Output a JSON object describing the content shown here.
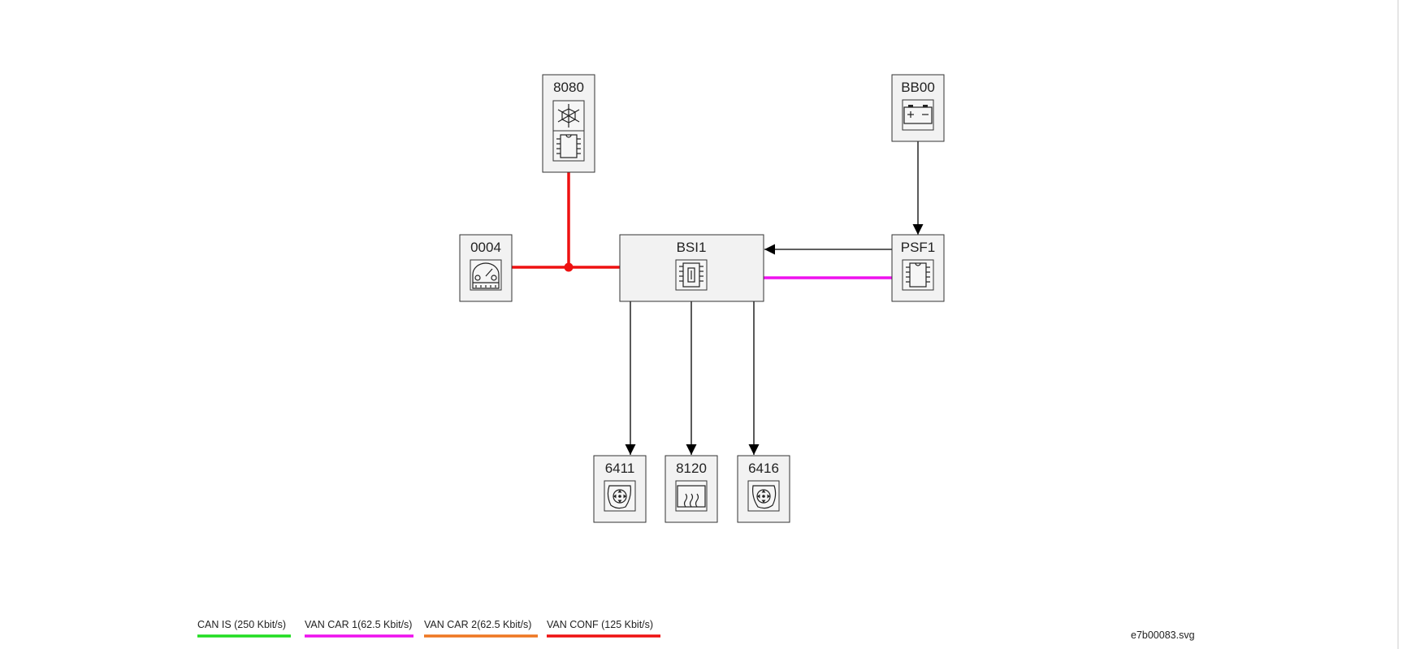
{
  "diagram": {
    "nodes": {
      "n8080": {
        "label": "8080",
        "icon": "snowflake-ecu-icon"
      },
      "nBB00": {
        "label": "BB00",
        "icon": "battery-icon"
      },
      "n0004": {
        "label": "0004",
        "icon": "instrument-gauge-icon"
      },
      "nBSI1": {
        "label": "BSI1",
        "icon": "fuse-ecu-icon"
      },
      "nPSF1": {
        "label": "PSF1",
        "icon": "chip-icon"
      },
      "n6411": {
        "label": "6411",
        "icon": "mirror-adjust-icon"
      },
      "n8120": {
        "label": "8120",
        "icon": "heated-rear-screen-icon"
      },
      "n6416": {
        "label": "6416",
        "icon": "mirror-adjust-icon"
      }
    },
    "connections": [
      {
        "from": "8080",
        "to": "BSI1",
        "bus": "VAN CONF (125 Kbit/s)"
      },
      {
        "from": "0004",
        "to": "BSI1",
        "bus": "VAN CONF (125 Kbit/s)"
      },
      {
        "from": "BSI1",
        "to": "PSF1",
        "bus": "VAN CAR 1(62.5 Kbit/s)"
      },
      {
        "from": "PSF1",
        "to": "BSI1",
        "bus": "wire"
      },
      {
        "from": "BB00",
        "to": "PSF1",
        "bus": "wire"
      },
      {
        "from": "BSI1",
        "to": "6411",
        "bus": "wire"
      },
      {
        "from": "BSI1",
        "to": "8120",
        "bus": "wire"
      },
      {
        "from": "BSI1",
        "to": "6416",
        "bus": "wire"
      }
    ],
    "colors": {
      "can_is": "#22dd22",
      "van_car1": "#ee11ee",
      "van_car2": "#ee7722",
      "van_conf": "#ee1111"
    }
  },
  "legend": [
    {
      "label": "CAN IS (250 Kbit/s)",
      "color": "#22dd22"
    },
    {
      "label": "VAN CAR 1(62.5 Kbit/s)",
      "color": "#ee11ee"
    },
    {
      "label": "VAN CAR 2(62.5 Kbit/s)",
      "color": "#ee7722"
    },
    {
      "label": "VAN CONF (125 Kbit/s)",
      "color": "#ee1111"
    }
  ],
  "filename": "e7b00083.svg"
}
